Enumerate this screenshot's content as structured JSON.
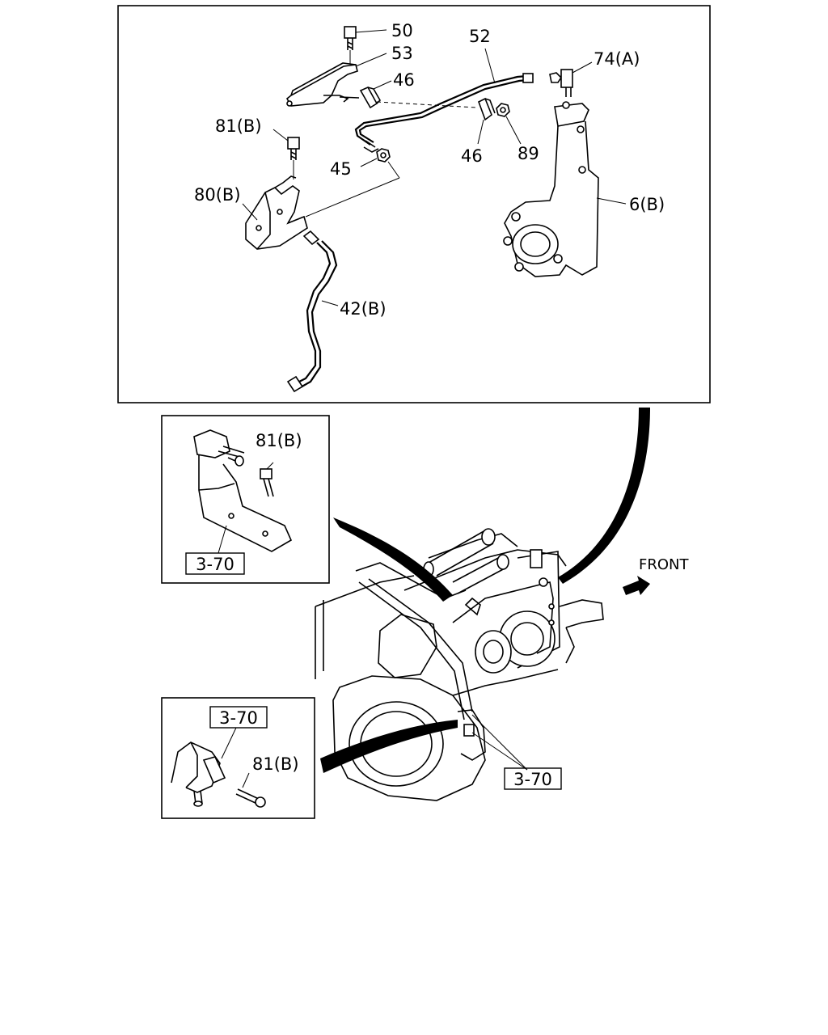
{
  "callouts": {
    "c50": "50",
    "c53": "53",
    "c52": "52",
    "c74a": "74(A)",
    "c46_top": "46",
    "c81b_main": "81(B)",
    "c46_mid": "46",
    "c89": "89",
    "c45": "45",
    "c80b": "80(B)",
    "c6b": "6(B)",
    "c42b": "42(B)",
    "c81b_inset1": "81(B)",
    "c81b_inset2": "81(B)"
  },
  "refs": {
    "r370_inset1": "3-70",
    "r370_inset2": "3-70",
    "r370_engine": "3-70"
  },
  "front_label": "FRONT",
  "icons": {
    "front_arrow": "arrow-right-icon"
  }
}
